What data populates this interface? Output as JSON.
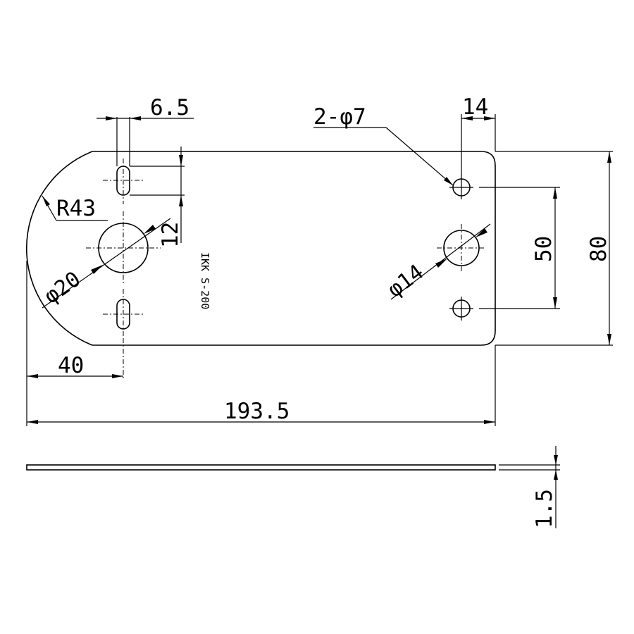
{
  "drawing": {
    "dimensions": {
      "slot_width": "6.5",
      "hole_spec": "2-φ7",
      "hole_edge_offset": "14",
      "radius": "R43",
      "slot_length": "12",
      "large_hole_left": "φ20",
      "large_hole_right": "φ14",
      "hole_spacing": "50",
      "plate_height": "80",
      "center_offset": "40",
      "overall_length": "193.5",
      "thickness": "1.5"
    },
    "part_marking": "IKK S-200"
  }
}
